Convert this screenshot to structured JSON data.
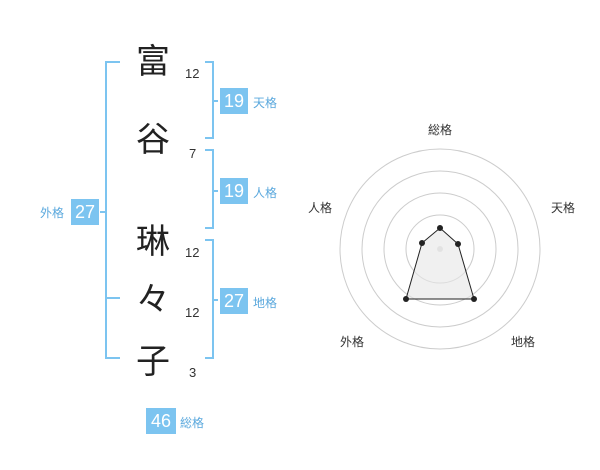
{
  "name": {
    "characters": [
      {
        "char": "富",
        "strokes": "12"
      },
      {
        "char": "谷",
        "strokes": "7"
      },
      {
        "char": "琳",
        "strokes": "12"
      },
      {
        "char": "々",
        "strokes": "12"
      },
      {
        "char": "子",
        "strokes": "3"
      }
    ]
  },
  "scores": {
    "tenkaku": {
      "value": "19",
      "label": "天格"
    },
    "jinkaku": {
      "value": "19",
      "label": "人格"
    },
    "chikaku": {
      "value": "27",
      "label": "地格"
    },
    "gaikaku": {
      "value": "27",
      "label": "外格"
    },
    "soukaku": {
      "value": "46",
      "label": "総格"
    }
  },
  "radar": {
    "labels": {
      "top": "総格",
      "right": "天格",
      "bottom_right": "地格",
      "bottom_left": "外格",
      "left": "人格"
    }
  },
  "colors": {
    "accent": "#7cc4f0",
    "bracket": "#7cc4f0",
    "badge_label": "#5aa8dd"
  }
}
